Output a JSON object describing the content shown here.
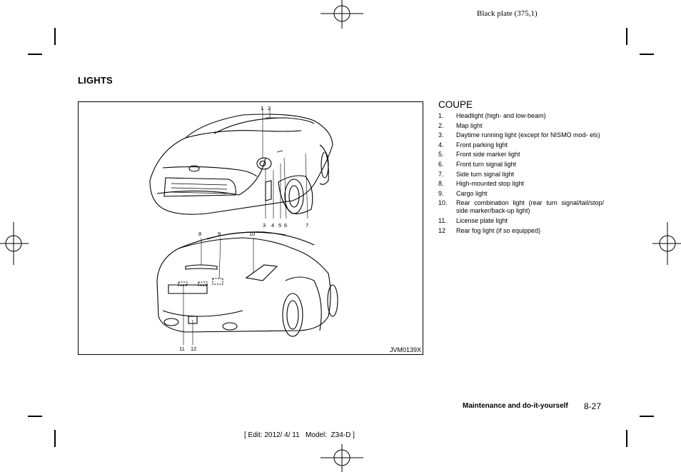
{
  "plate_label": "Black plate (375,1)",
  "section_heading": "LIGHTS",
  "figure": {
    "code": "JVM0139X",
    "front_callouts": [
      "1",
      "2",
      "3",
      "4",
      "5",
      "6",
      "7"
    ],
    "rear_callouts": [
      "8",
      "9",
      "10",
      "11",
      "12"
    ]
  },
  "coupe": {
    "heading": "COUPE",
    "items": [
      {
        "num": "1.",
        "text": "Headlight (high- and low-beam)"
      },
      {
        "num": "2.",
        "text": "Map light"
      },
      {
        "num": "3.",
        "text": "Daytime running light (except for NISMO mod- els)"
      },
      {
        "num": "4.",
        "text": "Front parking light"
      },
      {
        "num": "5.",
        "text": "Front side marker light"
      },
      {
        "num": "6.",
        "text": "Front turn signal light"
      },
      {
        "num": "7.",
        "text": "Side turn signal light"
      },
      {
        "num": "8.",
        "text": "High-mounted stop light"
      },
      {
        "num": "9.",
        "text": "Cargo light"
      },
      {
        "num": "10.",
        "text": "Rear combination light (rear turn signal/tail/stop/ side marker/back-up light)"
      },
      {
        "num": "11.",
        "text": "License plate light"
      },
      {
        "num": "12",
        "text": "Rear fog light (if so equipped)"
      }
    ]
  },
  "footer": {
    "section": "Maintenance and do-it-yourself",
    "page": "8-27",
    "edit_info": "[ Edit: 2012/ 4/ 11   Model:  Z34-D ]"
  }
}
